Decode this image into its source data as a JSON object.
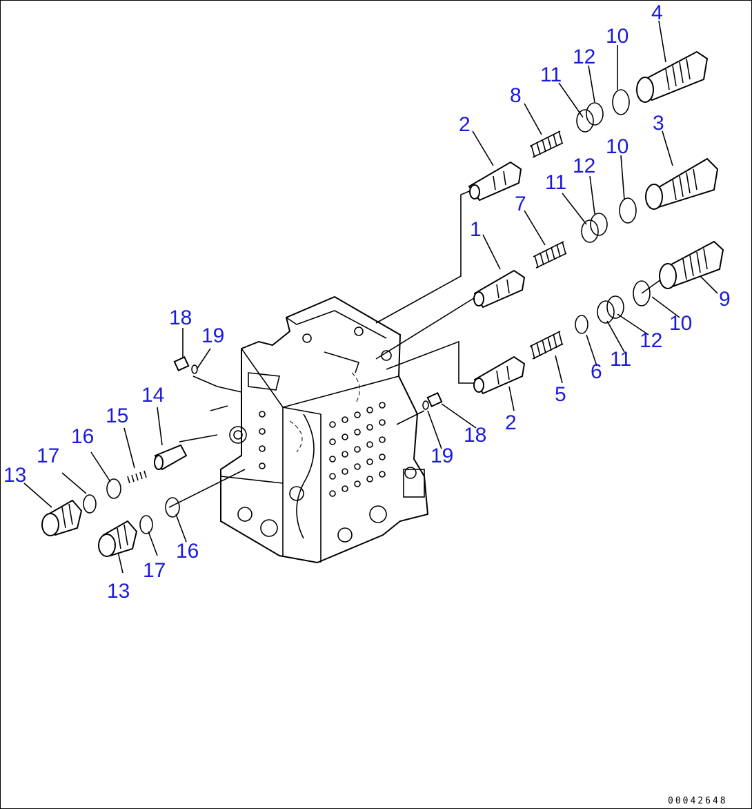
{
  "diagram": {
    "callouts": [
      "4",
      "10",
      "12",
      "11",
      "8",
      "2",
      "3",
      "10",
      "12",
      "11",
      "7",
      "1",
      "9",
      "10",
      "12",
      "11",
      "6",
      "5",
      "2",
      "18",
      "19",
      "18",
      "19",
      "14",
      "15",
      "16",
      "17",
      "13",
      "13",
      "17",
      "16"
    ],
    "reference_code": "00042648"
  }
}
